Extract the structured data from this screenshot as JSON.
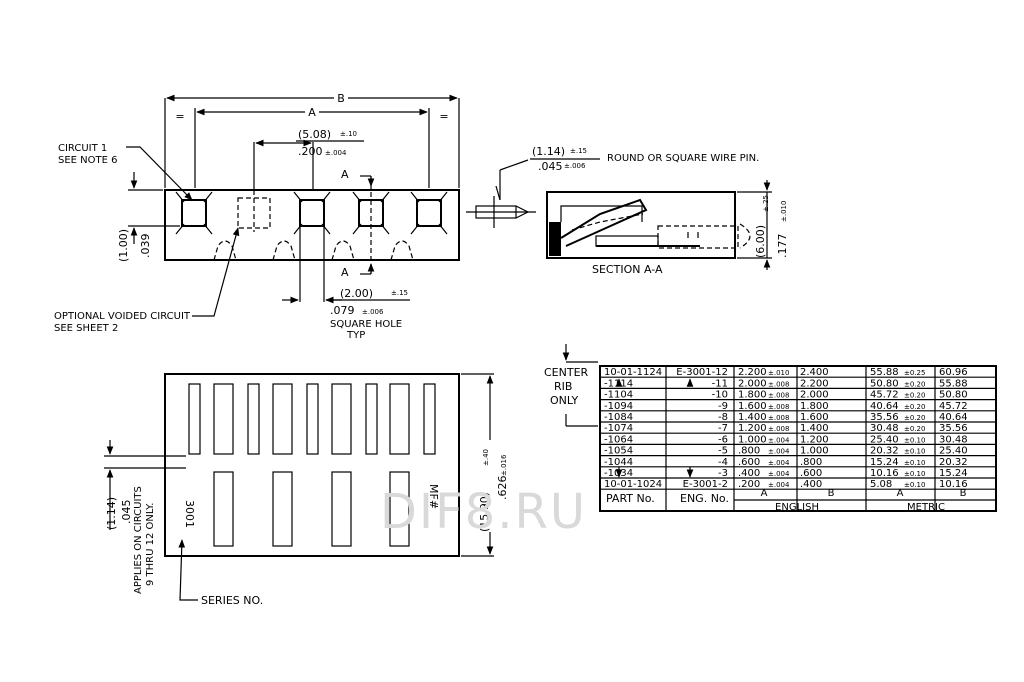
{
  "top_view": {
    "dim_b": "B",
    "dim_a": "A",
    "eq_left": "=",
    "eq_right": "=",
    "pitch_metric": "(5.08)",
    "pitch_metric_tol": "±.10",
    "pitch_inch": ".200",
    "pitch_inch_tol": "±.004",
    "circuit1_line1": "CIRCUIT 1",
    "circuit1_line2": "SEE NOTE 6",
    "height_metric": "(1.00)",
    "height_inch": ".039",
    "section_mark_top": "A",
    "section_mark_bottom": "A",
    "hole_metric": "(2.00)",
    "hole_metric_tol": "±.15",
    "hole_inch": ".079",
    "hole_inch_tol": "±.006",
    "hole_label_1": "SQUARE HOLE",
    "hole_label_2": "TYP",
    "voided_line1": "OPTIONAL VOIDED CIRCUIT",
    "voided_line2": "SEE SHEET 2"
  },
  "section_view": {
    "pin_metric": "(1.14)",
    "pin_metric_tol": "±.15",
    "pin_inch": ".045",
    "pin_inch_tol": "±.006",
    "pin_label": "ROUND OR SQUARE WIRE PIN.",
    "height_metric": "(6.00)",
    "height_metric_tol": "±.25",
    "height_inch": ".177",
    "height_inch_tol": "±.010",
    "caption": "SECTION A-A"
  },
  "bottom_view": {
    "series_text": "3001",
    "mark_text": "MF#",
    "series_label": "SERIES NO.",
    "rib_metric": "(1.14)",
    "rib_inch": ".045",
    "rib_note_1": "APPLIES ON CIRCUITS",
    "rib_note_2": "9 THRU 12 ONLY.",
    "depth_metric": "(15.90)",
    "depth_metric_tol": "±.40",
    "depth_inch": ".626",
    "depth_inch_tol": "±.016"
  },
  "center_rib": {
    "line1": "CENTER",
    "line2": "RIB",
    "line3": "ONLY"
  },
  "table": {
    "headers": {
      "part": "PART No.",
      "eng": "ENG. No.",
      "a": "A",
      "b": "B",
      "english": "ENGLISH",
      "metric": "METRIC"
    },
    "rows": [
      {
        "part": "10-01-1124",
        "eng": "E-3001-12",
        "a_in": "2.200",
        "a_in_tol": "±.010",
        "b_in": "2.400",
        "a_mm": "55.88",
        "a_mm_tol": "±0.25",
        "b_mm": "60.96"
      },
      {
        "part": "-1114",
        "eng": "-11",
        "a_in": "2.000",
        "a_in_tol": "±.008",
        "b_in": "2.200",
        "a_mm": "50.80",
        "a_mm_tol": "±0.20",
        "b_mm": "55.88"
      },
      {
        "part": "-1104",
        "eng": "-10",
        "a_in": "1.800",
        "a_in_tol": "±.008",
        "b_in": "2.000",
        "a_mm": "45.72",
        "a_mm_tol": "±0.20",
        "b_mm": "50.80"
      },
      {
        "part": "-1094",
        "eng": "-9",
        "a_in": "1.600",
        "a_in_tol": "±.008",
        "b_in": "1.800",
        "a_mm": "40.64",
        "a_mm_tol": "±0.20",
        "b_mm": "45.72"
      },
      {
        "part": "-1084",
        "eng": "-8",
        "a_in": "1.400",
        "a_in_tol": "±.008",
        "b_in": "1.600",
        "a_mm": "35.56",
        "a_mm_tol": "±0.20",
        "b_mm": "40.64"
      },
      {
        "part": "-1074",
        "eng": "-7",
        "a_in": "1.200",
        "a_in_tol": "±.008",
        "b_in": "1.400",
        "a_mm": "30.48",
        "a_mm_tol": "±0.20",
        "b_mm": "35.56"
      },
      {
        "part": "-1064",
        "eng": "-6",
        "a_in": "1.000",
        "a_in_tol": "±.004",
        "b_in": "1.200",
        "a_mm": "25.40",
        "a_mm_tol": "±0.10",
        "b_mm": "30.48"
      },
      {
        "part": "-1054",
        "eng": "-5",
        "a_in": ".800",
        "a_in_tol": "±.004",
        "b_in": "1.000",
        "a_mm": "20.32",
        "a_mm_tol": "±0.10",
        "b_mm": "25.40"
      },
      {
        "part": "-1044",
        "eng": "-4",
        "a_in": ".600",
        "a_in_tol": "±.004",
        "b_in": ".800",
        "a_mm": "15.24",
        "a_mm_tol": "±0.10",
        "b_mm": "20.32"
      },
      {
        "part": "-1034",
        "eng": "-3",
        "a_in": ".400",
        "a_in_tol": "±.004",
        "b_in": ".600",
        "a_mm": "10.16",
        "a_mm_tol": "±0.10",
        "b_mm": "15.24"
      },
      {
        "part": "10-01-1024",
        "eng": "E-3001-2",
        "a_in": ".200",
        "a_in_tol": "±.004",
        "b_in": ".400",
        "a_mm": "5.08",
        "a_mm_tol": "±0.10",
        "b_mm": "10.16"
      }
    ]
  },
  "watermark": "DIF8.RU"
}
